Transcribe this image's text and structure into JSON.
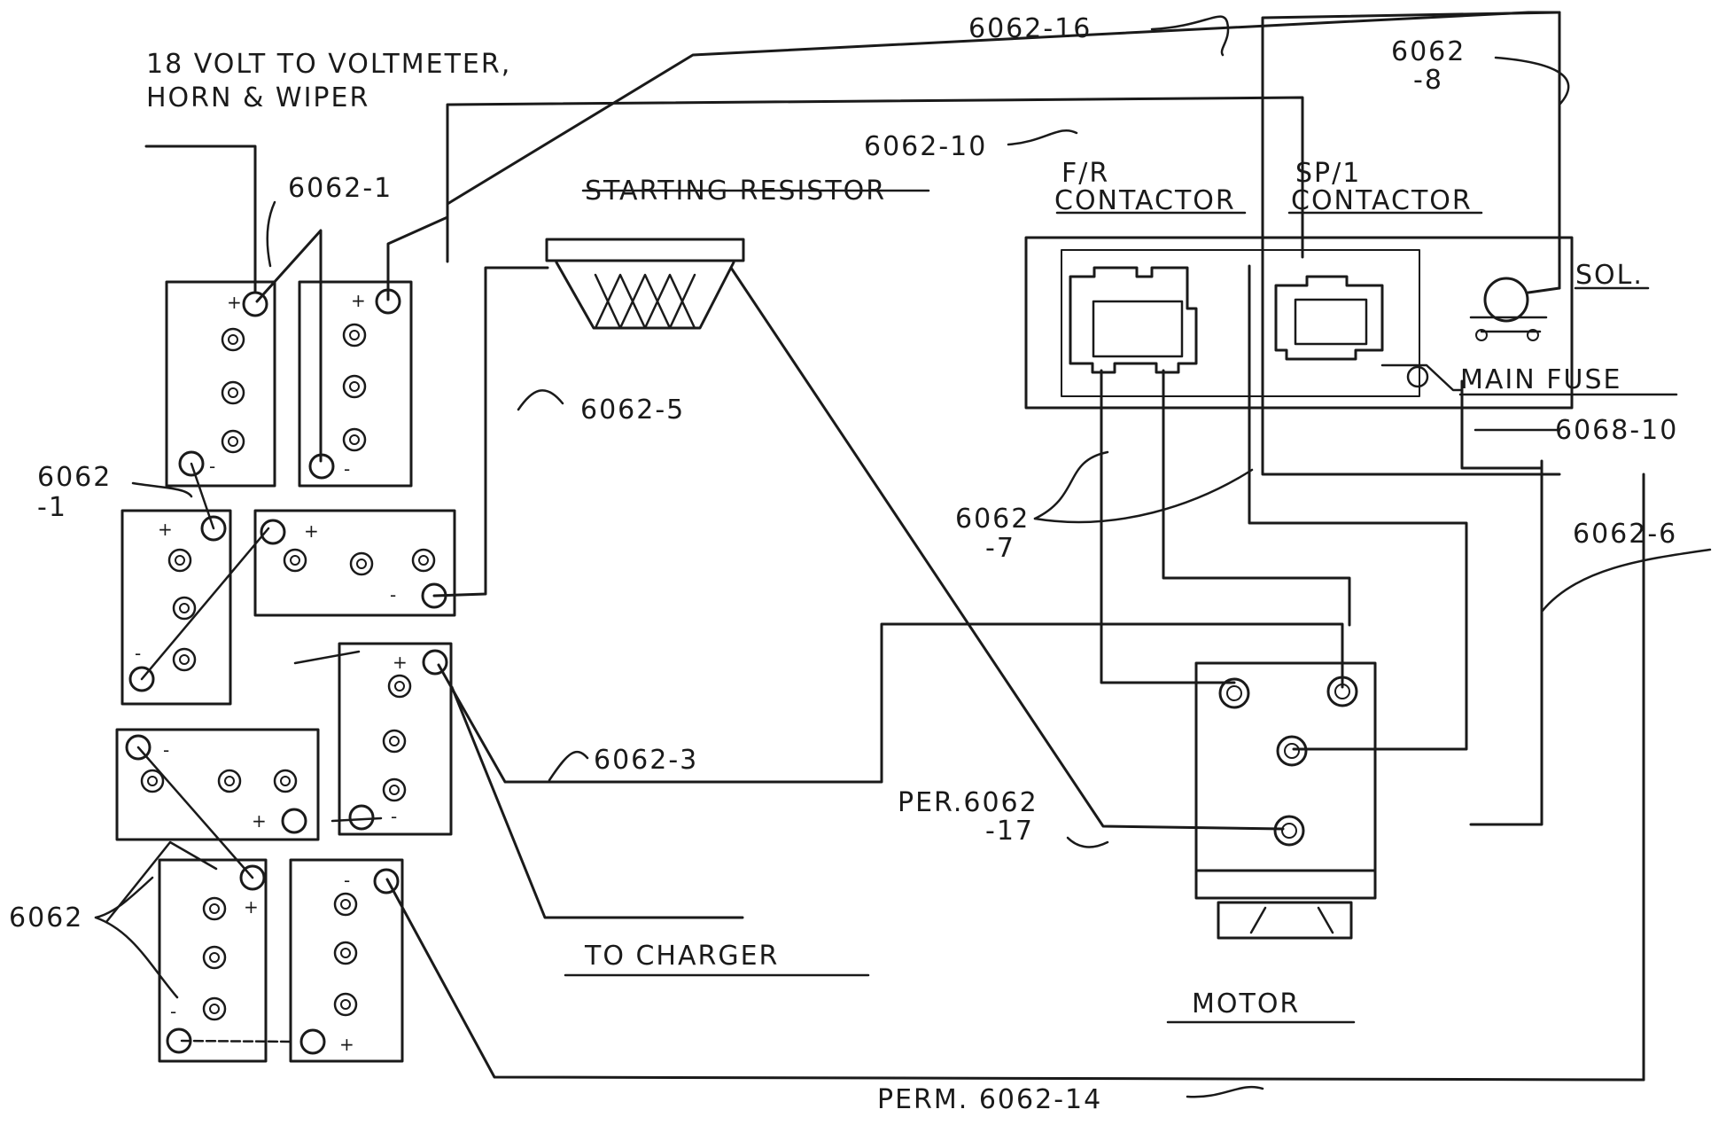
{
  "labels": {
    "volt_line1": "18 VOLT TO VOLTMETER,",
    "volt_line2": "HORN & WIPER",
    "l_6062_1_top": "6062-1",
    "l_6062_1_left_a": "6062",
    "l_6062_1_left_b": "-1",
    "starting_resistor": "STARTING RESISTOR",
    "l_6062_5": "6062-5",
    "l_6062_16": "6062-16",
    "l_6062_10": "6062-10",
    "l_6062_8a": "6062",
    "l_6062_8b": "-8",
    "fr_a": "F/R",
    "fr_b": "CONTACTOR",
    "sp_a": "SP/1",
    "sp_b": "CONTACTOR",
    "sol": "SOL.",
    "main_fuse": "MAIN FUSE",
    "l_6068_10": "6068-10",
    "l_6062_6": "6062-6",
    "l_6062_7a": "6062",
    "l_6062_7b": "-7",
    "l_6062_3": "6062-3",
    "per_a": "PER.6062",
    "per_b": "-17",
    "l_6062": "6062",
    "to_charger": "TO CHARGER",
    "motor": "MOTOR",
    "perm": "PERM. 6062-14"
  },
  "terminal_signs": {
    "plus": "+",
    "minus": "-"
  },
  "icons": {
    "battery": "battery-icon",
    "terminal": "terminal-icon",
    "cell_cap": "cell-cap-icon",
    "resistor": "resistor-icon",
    "contactor": "contactor-icon",
    "solenoid": "solenoid-icon",
    "fuse": "fuse-icon",
    "motor": "motor-icon"
  },
  "colors": {
    "ink": "#1a1a1a",
    "paper": "#ffffff"
  }
}
